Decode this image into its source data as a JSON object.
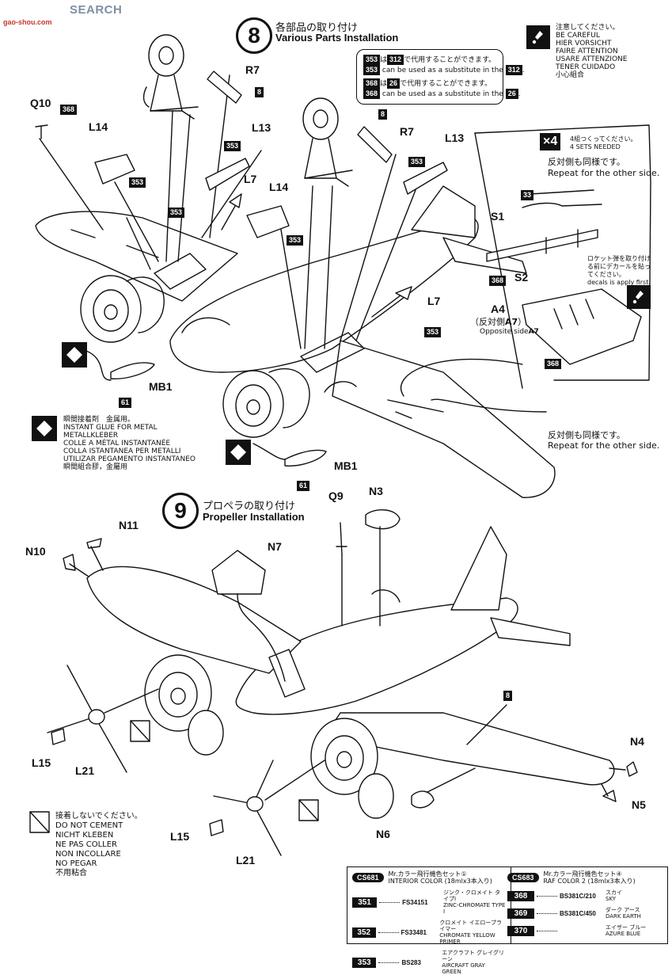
{
  "watermark": {
    "brand": "SEARCH",
    "url": "gao-shou.com"
  },
  "step8": {
    "number": "8",
    "title_jp": "各部品の取り付け",
    "title_en": "Various Parts Installation"
  },
  "step9": {
    "number": "9",
    "title_jp": "プロペラの取り付け",
    "title_en": "Propeller Installation"
  },
  "caution": {
    "lines": [
      "注意してください。",
      "BE CAREFUL",
      "HIER VORSICHT",
      "FAIRE ATTENTION",
      "USARE ATTENZIONE",
      "TENER CUIDADO",
      "小心組合"
    ]
  },
  "substitute": {
    "line1_a": "353",
    "line1_b": "は",
    "line1_c": "312",
    "line1_d": "で代用することができます。",
    "line2_a": "353",
    "line2_b": "can be used as a substitute in the",
    "line2_c": "312",
    "line2_d": ".",
    "line3_a": "368",
    "line3_b": "は",
    "line3_c": "26",
    "line3_d": "で代用することができます。",
    "line4_a": "368",
    "line4_b": "can be used as a substitute in the",
    "line4_c": "26",
    "line4_d": "."
  },
  "rocket": {
    "multiplier": "×4",
    "sets_jp": "4組つくってください。",
    "sets_en": "4 SETS NEEDED",
    "repeat_jp": "反対側も同様です。",
    "repeat_en": "Repeat for the other side.",
    "decal_jp1": "ロケット弾を取り付け",
    "decal_jp2": "る前にデカールを貼っ",
    "decal_jp3": "てください。",
    "decal_en": "decals is apply first."
  },
  "opposite": {
    "jp": "（反対側",
    "jp_part": "A7",
    "jp_end": "）",
    "en": "Opposite side",
    "en_part": "A7"
  },
  "repeat_other": {
    "jp": "反対側も同様です。",
    "en": "Repeat for the other side."
  },
  "glue": {
    "lines": [
      "瞬間接着剤　金属用。",
      "INSTANT GLUE FOR METAL",
      "METALLKLEBER",
      "COLLE A MÉTAL INSTANTANÉE",
      "COLLA ISTANTANEA PER METALLI",
      "UTILIZAR PEGAMENTO INSTANTANEO",
      "瞬間組合膠，金屬用"
    ]
  },
  "no_cement": {
    "lines": [
      "接着しないでください。",
      "DO NOT CEMENT",
      "NICHT KLEBEN",
      "NE PAS COLLER",
      "NON INCOLLARE",
      "NO PEGAR",
      "不用粘合"
    ]
  },
  "parts": {
    "Q10": "Q10",
    "L14a": "L14",
    "L14b": "L14",
    "R7a": "R7",
    "R7b": "R7",
    "L13a": "L13",
    "L13b": "L13",
    "L7a": "L7",
    "L7b": "L7",
    "MB1a": "MB1",
    "MB1b": "MB1",
    "S1": "S1",
    "S2": "S2",
    "A4": "A4",
    "N11": "N11",
    "N10": "N10",
    "N7": "N7",
    "Q9": "Q9",
    "N3": "N3",
    "N4": "N4",
    "N5": "N5",
    "N6": "N6",
    "L15a": "L15",
    "L15b": "L15",
    "L21a": "L21",
    "L21b": "L21"
  },
  "color_badges": {
    "c368a": "368",
    "c8a": "8",
    "c353a": "353",
    "c353b": "353",
    "c353c": "353",
    "c8b": "8",
    "c353d": "353",
    "c353e": "353",
    "c353f": "353",
    "c33": "33",
    "c368b": "368",
    "c368c": "368",
    "c61a": "61",
    "c61b": "61",
    "c8c": "8"
  },
  "paint_left": {
    "set": "CS681",
    "title1": "Mr.カラー飛行機色セット①",
    "title2": "INTERIOR COLOR (18mlx3本入り)",
    "rows": [
      {
        "code": "351",
        "id": "FS34151",
        "name1": "ジンク・クロメイト タイプI",
        "name2": "ZINC-CHROMATE TYPE I"
      },
      {
        "code": "352",
        "id": "FS33481",
        "name1": "クロメイト イエロープライマー",
        "name2": "CHROMATE YELLOW PRIMER"
      },
      {
        "code": "353",
        "id": "BS283",
        "name1": "エアクラフト グレイグリーン",
        "name2": "AIRCRAFT GRAY GREEN"
      }
    ]
  },
  "paint_right": {
    "set": "CS683",
    "title1": "Mr.カラー飛行機色セット④",
    "title2": "RAF COLOR 2 (18mlx3本入り)",
    "rows": [
      {
        "code": "368",
        "id": "BS381C/210",
        "name1": "スカイ",
        "name2": "SKY"
      },
      {
        "code": "369",
        "id": "BS381C/450",
        "name1": "ダーク アース",
        "name2": "DARK EARTH"
      },
      {
        "code": "370",
        "id": "",
        "name1": "エイザー ブルー",
        "name2": "AZURE BLUE"
      }
    ]
  }
}
